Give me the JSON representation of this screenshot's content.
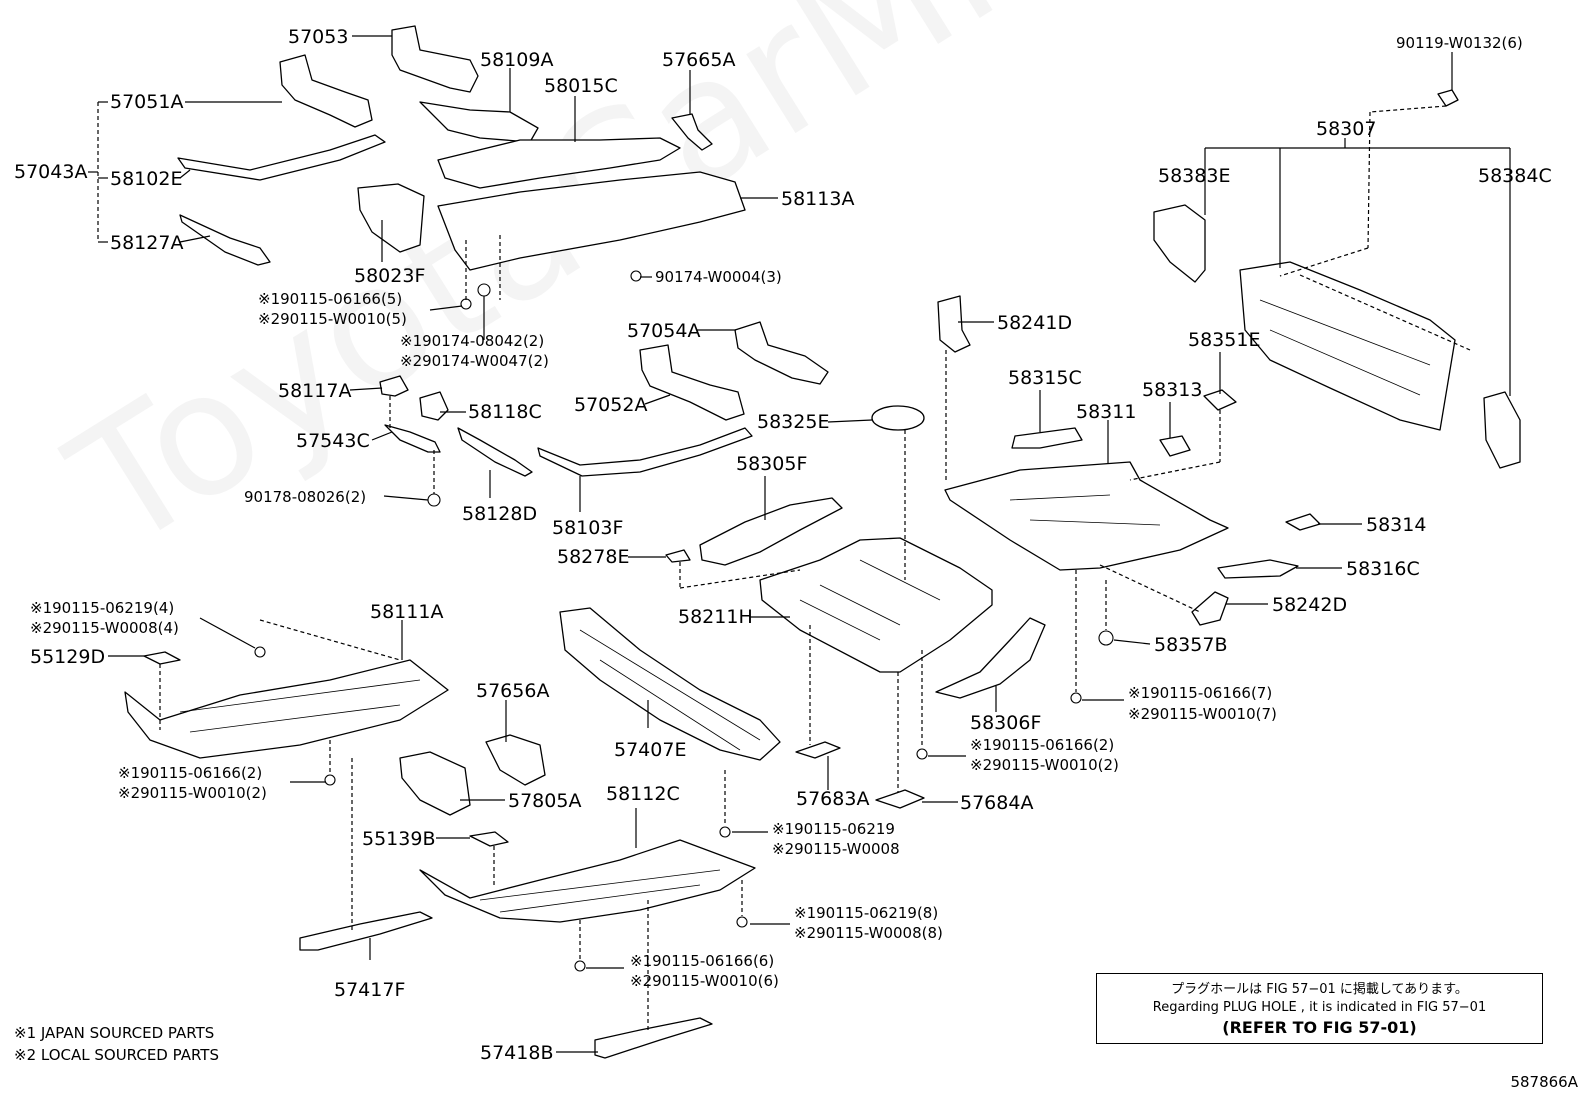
{
  "watermark": "ToyotaCarMine.ru",
  "part_labels": {
    "p57053": "57053",
    "p58109A": "58109A",
    "p57665A": "57665A",
    "p58015C": "58015C",
    "p57051A": "57051A",
    "p57043A": "57043A",
    "p58102E": "58102E",
    "p58127A": "58127A",
    "p58113A": "58113A",
    "p58023F": "58023F",
    "p90174W0004": "90174-W0004(3)",
    "p190115_06166_5": "※190115-06166(5)",
    "p290115_W0010_5": "※290115-W0010(5)",
    "p190174_08042": "※190174-08042(2)",
    "p290174_W0047": "※290174-W0047(2)",
    "p57054A": "57054A",
    "p57052A": "57052A",
    "p58117A": "58117A",
    "p58118C": "58118C",
    "p57543C": "57543C",
    "p90178": "90178-08026(2)",
    "p58128D": "58128D",
    "p58103F": "58103F",
    "p58325E": "58325E",
    "p58305F": "58305F",
    "p58278E": "58278E",
    "p58211H": "58211H",
    "p58241D": "58241D",
    "p58315C": "58315C",
    "p58313": "58313",
    "p58311": "58311",
    "p58351E": "58351E",
    "p58314": "58314",
    "p58316C": "58316C",
    "p58242D": "58242D",
    "p58357B": "58357B",
    "p190115_06166_7": "※190115-06166(7)",
    "p290115_W0010_7": "※290115-W0010(7)",
    "p58306F": "58306F",
    "p190115_06166_2b": "※190115-06166(2)",
    "p290115_W0010_2b": "※290115-W0010(2)",
    "p90119": "90119-W0132(6)",
    "p58307": "58307",
    "p58383E": "58383E",
    "p58384C": "58384C",
    "p190115_06219_4": "※190115-06219(4)",
    "p290115_W0008_4": "※290115-W0008(4)",
    "p58111A": "58111A",
    "p55129D": "55129D",
    "p190115_06166_2a": "※190115-06166(2)",
    "p290115_W0010_2a": "※290115-W0010(2)",
    "p57656A": "57656A",
    "p57407E": "57407E",
    "p57805A": "57805A",
    "p58112C": "58112C",
    "p57683A": "57683A",
    "p57684A": "57684A",
    "p190115_06219": "※190115-06219",
    "p290115_W0008": "※290115-W0008",
    "p55139B": "55139B",
    "p190115_06219_8": "※190115-06219(8)",
    "p290115_W0008_8": "※290115-W0008(8)",
    "p190115_06166_6": "※190115-06166(6)",
    "p290115_W0010_6": "※290115-W0010(6)",
    "p57417F": "57417F",
    "p57418B": "57418B"
  },
  "legend": {
    "line1": "※1 JAPAN SOURCED PARTS",
    "line2": "※2 LOCAL SOURCED PARTS"
  },
  "note": {
    "line1": "プラグホールは FIG 57−01 に掲載してあります。",
    "line2": "Regarding  PLUG  HOLE , it is indicated in FIG  57−01",
    "line3": "(REFER TO FIG 57-01)"
  },
  "figure_number": "587866A"
}
